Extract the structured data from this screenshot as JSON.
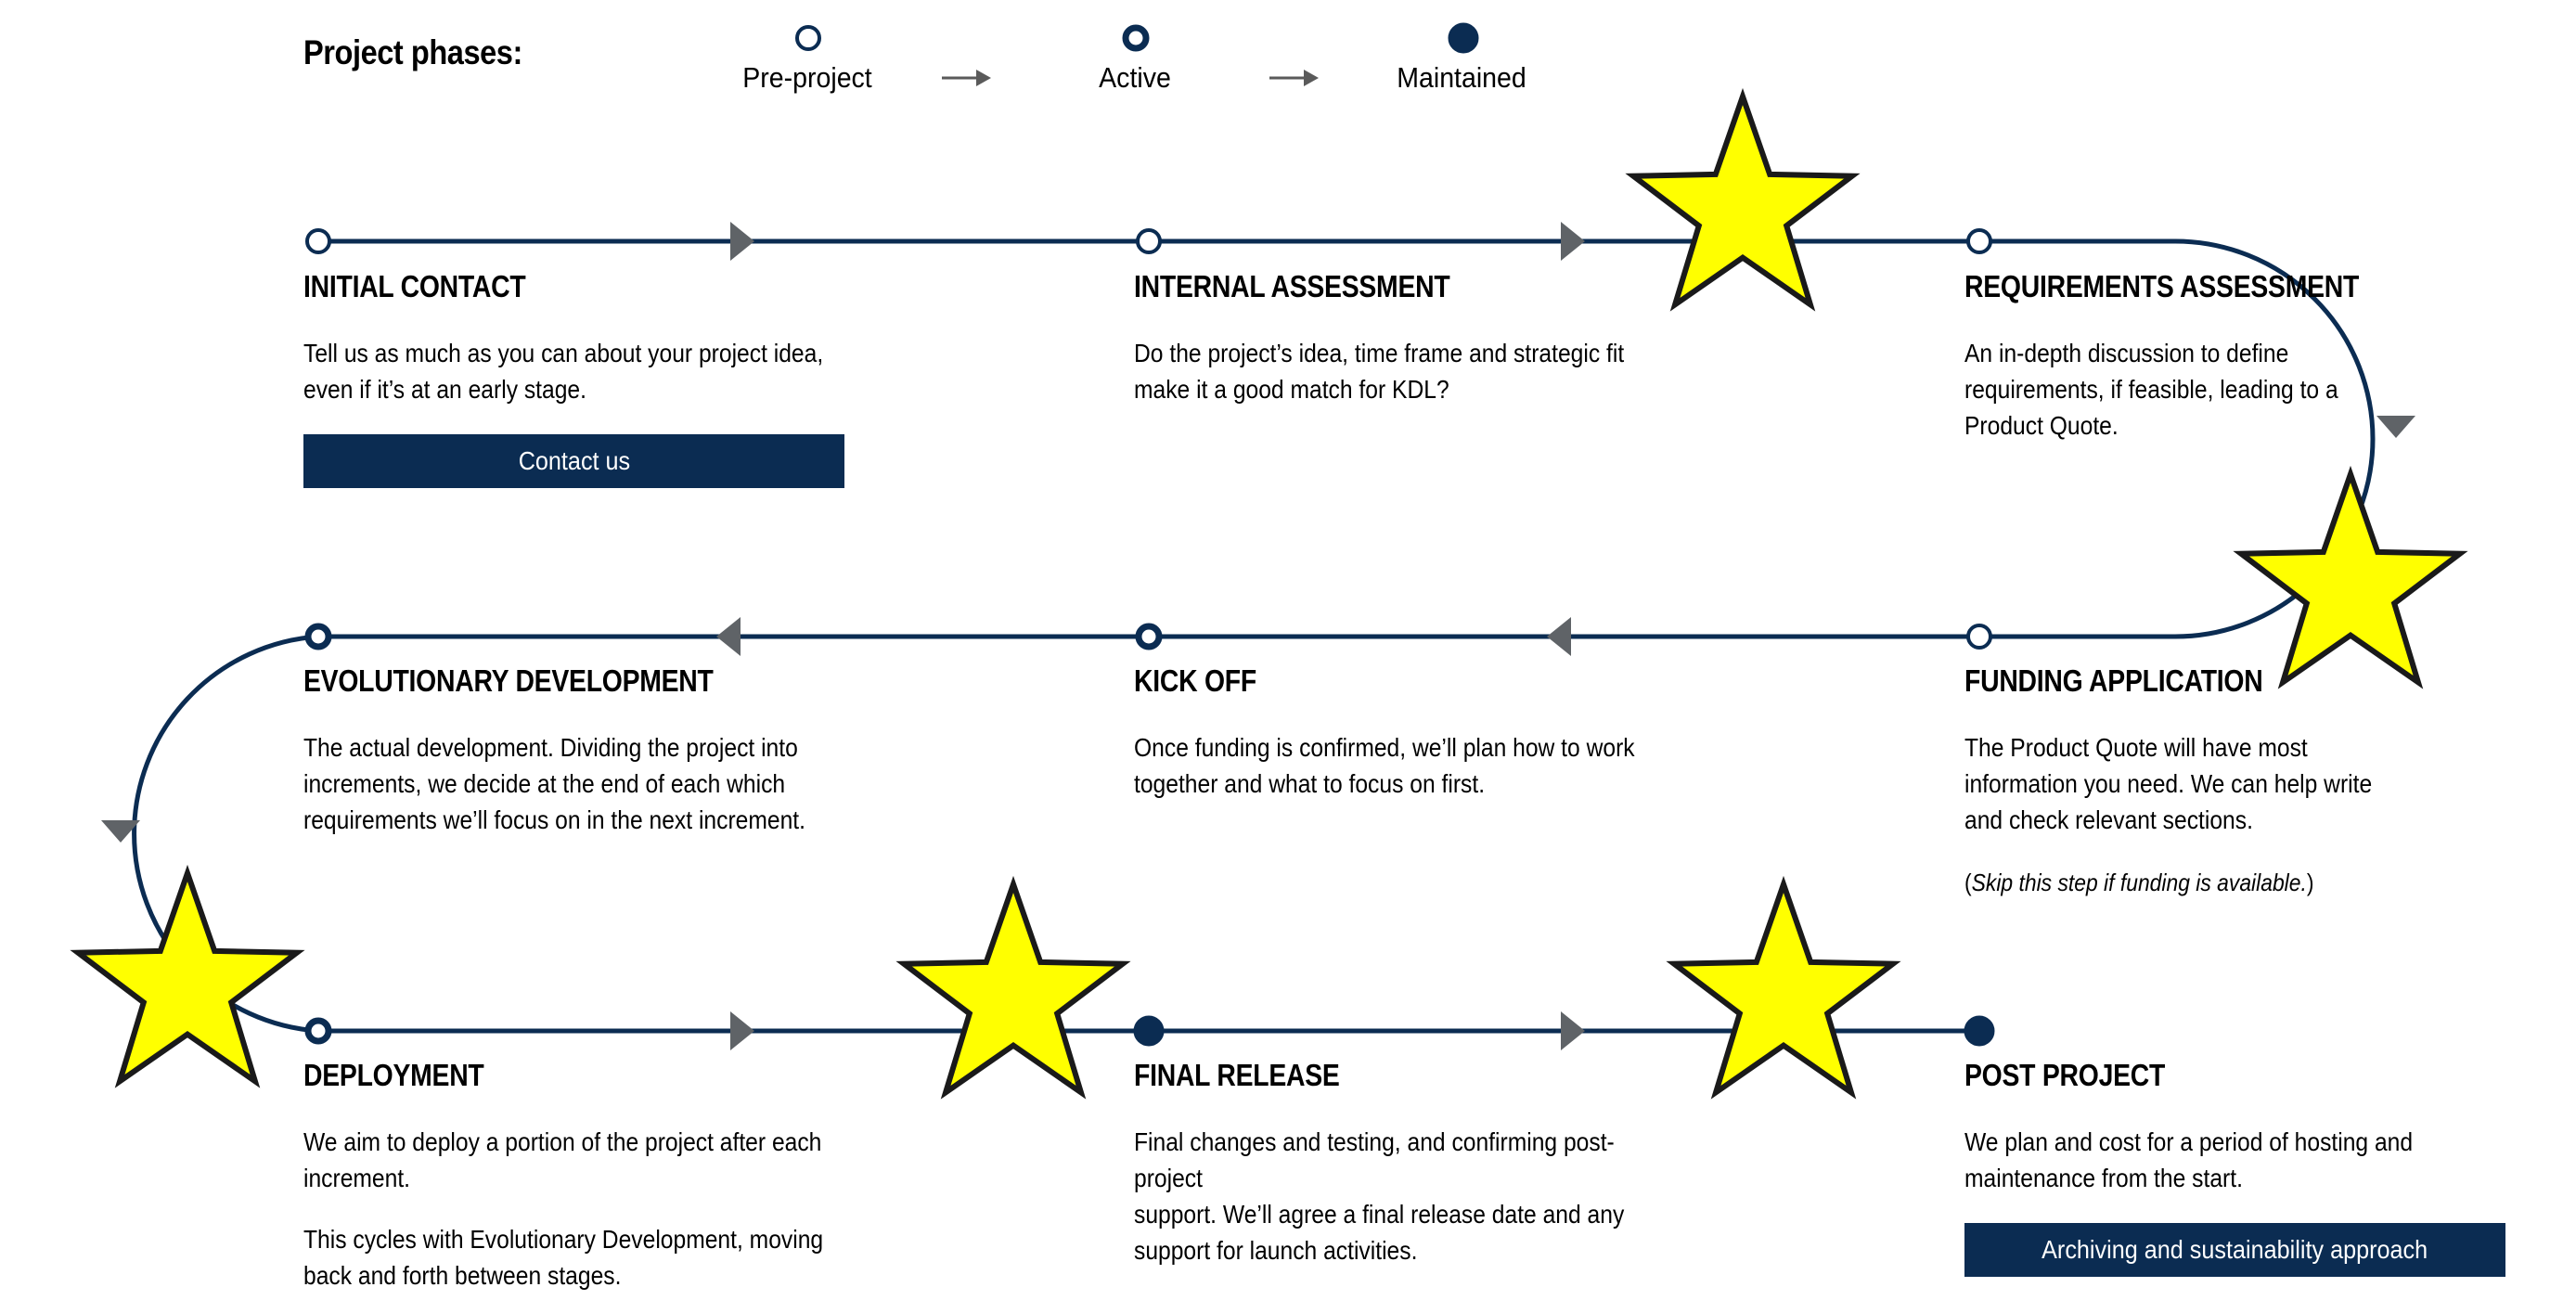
{
  "legend": {
    "title": "Project phases:",
    "phases": [
      {
        "label": "Pre-project",
        "style": "hollow"
      },
      {
        "label": "Active",
        "style": "ring"
      },
      {
        "label": "Maintained",
        "style": "filled"
      }
    ]
  },
  "steps": [
    {
      "id": "initial-contact",
      "title": "INITIAL CONTACT",
      "phase": "hollow",
      "description": [
        "Tell us as much as you can about your project idea,",
        "even if it’s at an early stage."
      ],
      "button": "Contact us"
    },
    {
      "id": "internal-assessment",
      "title": "INTERNAL ASSESSMENT",
      "phase": "hollow",
      "description": [
        "Do the project’s idea, time frame and strategic fit",
        "make it a good match for KDL?"
      ]
    },
    {
      "id": "requirements-assessment",
      "title": "REQUIREMENTS ASSESSMENT",
      "phase": "hollow",
      "description": [
        "An in-depth discussion to define",
        "requirements, if feasible, leading to a",
        "Product Quote."
      ]
    },
    {
      "id": "funding-application",
      "title": "FUNDING APPLICATION",
      "phase": "hollow",
      "description": [
        "The Product Quote will have most",
        "information you need. We can help write",
        "and check relevant sections."
      ],
      "note": {
        "open": "(",
        "text": "Skip this step if funding is available.",
        "close": ")"
      }
    },
    {
      "id": "kick-off",
      "title": "KICK OFF",
      "phase": "ring",
      "description": [
        "Once funding is confirmed, we’ll plan how to work",
        "together and what to focus on first."
      ]
    },
    {
      "id": "evolutionary-development",
      "title": "EVOLUTIONARY DEVELOPMENT",
      "phase": "ring",
      "description": [
        "The actual development. Dividing the project into",
        "increments, we decide at the end of each which",
        "requirements we’ll focus on in the next increment."
      ]
    },
    {
      "id": "deployment",
      "title": "DEPLOYMENT",
      "phase": "ring",
      "description": [
        "We aim to deploy a portion of the project after each",
        "increment."
      ],
      "description2": [
        "This cycles with Evolutionary Development, moving",
        "back and forth between stages."
      ]
    },
    {
      "id": "final-release",
      "title": "FINAL RELEASE",
      "phase": "filled",
      "description": [
        "Final changes and testing, and confirming post-project",
        "support. We’ll agree a final release date and any",
        "support for launch activities."
      ]
    },
    {
      "id": "post-project",
      "title": "POST PROJECT",
      "phase": "filled",
      "description": [
        "We plan and cost for a period of hosting and",
        "maintenance from the start."
      ],
      "button": "Archiving and sustainability approach"
    }
  ],
  "colors": {
    "line": "#0b2c52",
    "arrow": "#5f6367",
    "star_fill": "#ffff00",
    "star_stroke": "#1a1a1a",
    "button_bg": "#0b2c52",
    "button_text": "#ffffff"
  }
}
